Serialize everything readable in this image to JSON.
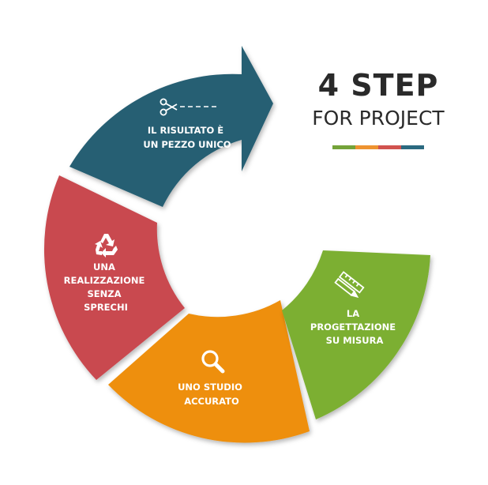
{
  "title": {
    "main": "4 STEP",
    "sub": "FOR PROJECT"
  },
  "colorbar": [
    "#74A33A",
    "#EE9330",
    "#D1534F",
    "#2B6A80"
  ],
  "steps": [
    {
      "icon": "scissors-icon",
      "lines": [
        "IL RISULTATO È",
        "UN PEZZO UNICO"
      ],
      "color": "#275F73"
    },
    {
      "icon": "recycle-icon",
      "lines": [
        "UNA",
        "REALIZZAZIONE",
        "SENZA",
        "SPRECHI"
      ],
      "color": "#C94A4F"
    },
    {
      "icon": "magnifier-icon",
      "lines": [
        "UNO STUDIO",
        "ACCURATO"
      ],
      "color": "#EE8F0D"
    },
    {
      "icon": "pencil-ruler-icon",
      "lines": [
        "LA",
        "PROGETTAZIONE",
        "SU MISURA"
      ],
      "color": "#7BAF31"
    }
  ]
}
